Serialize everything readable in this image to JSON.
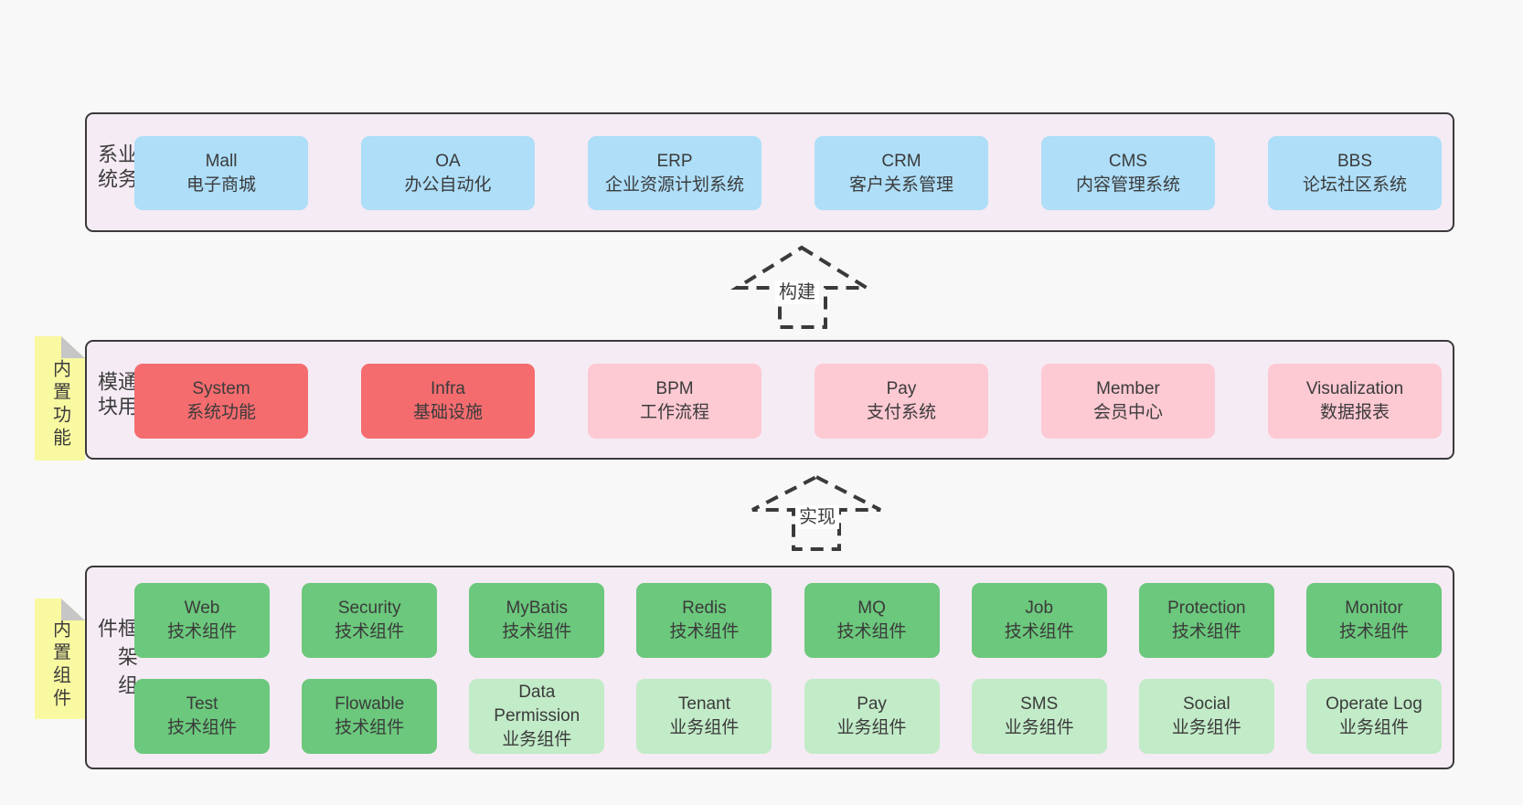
{
  "colors": {
    "panel-bg": "#f5ebf4",
    "line": "#3a3a3a",
    "blue": "#aedef8",
    "red": "#f56c6f",
    "pink": "#fdc9d3",
    "green": "#6bc87c",
    "lightgreen": "#c2ebc8",
    "yellow": "#f9f9a1",
    "fold": "#c6c6c6"
  },
  "sections": [
    {
      "key": "business-systems",
      "side_label": "业务系统",
      "sticky_note": null,
      "rows": [
        [
          {
            "name": "Mall",
            "subtitle": "电子商城",
            "variant": "blue"
          },
          {
            "name": "OA",
            "subtitle": "办公自动化",
            "variant": "blue"
          },
          {
            "name": "ERP",
            "subtitle": "企业资源计划系统",
            "variant": "blue"
          },
          {
            "name": "CRM",
            "subtitle": "客户关系管理",
            "variant": "blue"
          },
          {
            "name": "CMS",
            "subtitle": "内容管理系统",
            "variant": "blue"
          },
          {
            "name": "BBS",
            "subtitle": "论坛社区系统",
            "variant": "blue"
          }
        ]
      ]
    },
    {
      "key": "common-modules",
      "side_label": "通用模块",
      "sticky_note": "内置功能",
      "rows": [
        [
          {
            "name": "System",
            "subtitle": "系统功能",
            "variant": "red"
          },
          {
            "name": "Infra",
            "subtitle": "基础设施",
            "variant": "red"
          },
          {
            "name": "BPM",
            "subtitle": "工作流程",
            "variant": "pink"
          },
          {
            "name": "Pay",
            "subtitle": "支付系统",
            "variant": "pink"
          },
          {
            "name": "Member",
            "subtitle": "会员中心",
            "variant": "pink"
          },
          {
            "name": "Visualization",
            "subtitle": "数据报表",
            "variant": "pink"
          }
        ]
      ]
    },
    {
      "key": "framework-components",
      "side_label": "框架组件",
      "sticky_note": "内置组件",
      "rows": [
        [
          {
            "name": "Web",
            "subtitle": "技术组件",
            "variant": "green"
          },
          {
            "name": "Security",
            "subtitle": "技术组件",
            "variant": "green"
          },
          {
            "name": "MyBatis",
            "subtitle": "技术组件",
            "variant": "green"
          },
          {
            "name": "Redis",
            "subtitle": "技术组件",
            "variant": "green"
          },
          {
            "name": "MQ",
            "subtitle": "技术组件",
            "variant": "green"
          },
          {
            "name": "Job",
            "subtitle": "技术组件",
            "variant": "green"
          },
          {
            "name": "Protection",
            "subtitle": "技术组件",
            "variant": "green"
          },
          {
            "name": "Monitor",
            "subtitle": "技术组件",
            "variant": "green"
          }
        ],
        [
          {
            "name": "Test",
            "subtitle": "技术组件",
            "variant": "green"
          },
          {
            "name": "Flowable",
            "subtitle": "技术组件",
            "variant": "green"
          },
          {
            "name": "Data Permission",
            "subtitle": "业务组件",
            "variant": "lightgreen"
          },
          {
            "name": "Tenant",
            "subtitle": "业务组件",
            "variant": "lightgreen"
          },
          {
            "name": "Pay",
            "subtitle": "业务组件",
            "variant": "lightgreen"
          },
          {
            "name": "SMS",
            "subtitle": "业务组件",
            "variant": "lightgreen"
          },
          {
            "name": "Social",
            "subtitle": "业务组件",
            "variant": "lightgreen"
          },
          {
            "name": "Operate Log",
            "subtitle": "业务组件",
            "variant": "lightgreen"
          }
        ]
      ]
    }
  ],
  "arrows": [
    {
      "label": "构建"
    },
    {
      "label": "实现"
    }
  ]
}
